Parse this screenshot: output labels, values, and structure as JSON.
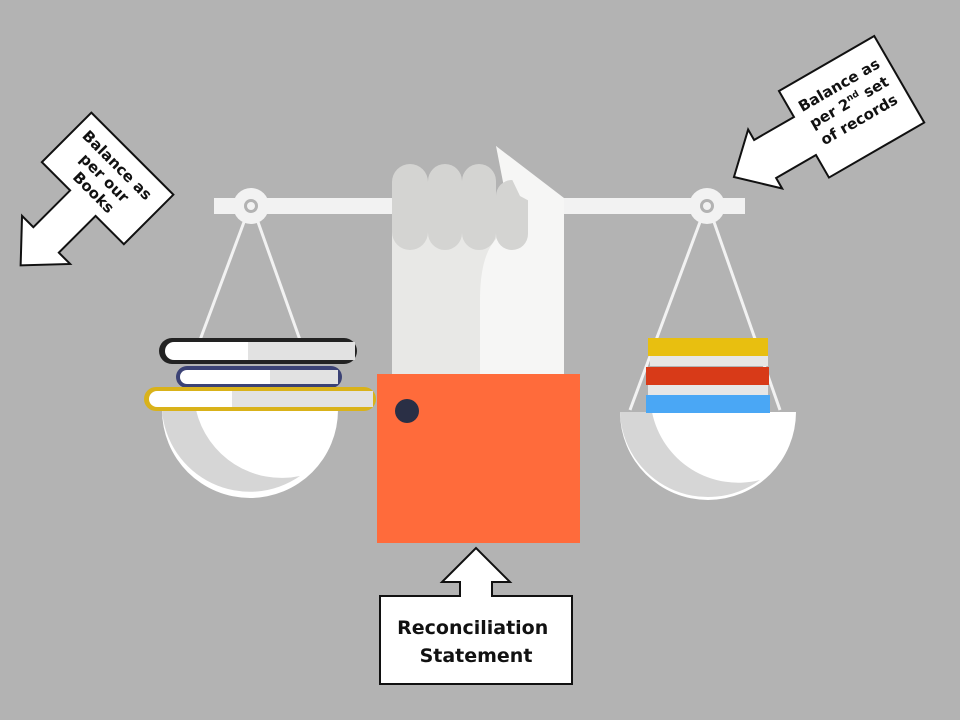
{
  "callouts": {
    "left": {
      "lines": [
        "Balance as",
        "per our",
        "Books"
      ]
    },
    "right": {
      "line1": "Balance as",
      "line2_pre": "per 2",
      "line2_sup": "nd",
      "line2_post": " set",
      "line3": "of records"
    },
    "bottom": {
      "lines": [
        "Reconciliation",
        "Statement"
      ]
    }
  },
  "colors": {
    "background": "#b3b3b3",
    "beam": "#f2f2f2",
    "hand": "#e8e8e6",
    "sleeve": "#ff6b3b",
    "button": "#2a2f45",
    "pan": "#ffffff",
    "pan_shade": "#d6d6d6",
    "book_yellow": "#e8bf10",
    "book_red": "#d83a18",
    "book_blue": "#4aa7f5"
  }
}
